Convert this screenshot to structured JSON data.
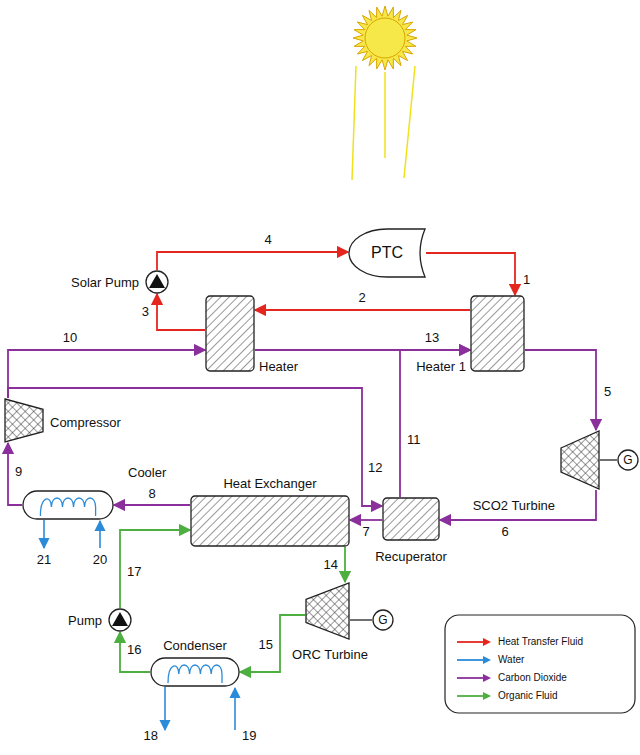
{
  "diagram": {
    "nodes": [
      {
        "text": [
          "PTC"
        ]
      },
      {
        "text": [
          "Solar Pump"
        ]
      },
      {
        "text": [
          "Heater"
        ]
      },
      {
        "text": [
          "Heater 1"
        ]
      },
      {
        "text": [
          "Compressor"
        ]
      },
      {
        "text": [
          "SCO2 Turbine"
        ]
      },
      {
        "text": [
          "G"
        ]
      },
      {
        "text": [
          "Cooler"
        ]
      },
      {
        "text": [
          "Heat Exchanger"
        ]
      },
      {
        "text": [
          "Recuperator"
        ]
      },
      {
        "text": [
          "Pump"
        ]
      },
      {
        "text": [
          "Condenser"
        ]
      },
      {
        "text": [
          "ORC Turbine"
        ]
      },
      {
        "text": [
          "G"
        ]
      }
    ],
    "edges": [
      {
        "from": 1,
        "to": 0,
        "label": "4",
        "arrow": "to"
      },
      {
        "from": 0,
        "to": 3,
        "label": "1",
        "arrow": "to"
      },
      {
        "from": 3,
        "to": 2,
        "label": "2",
        "arrow": "to"
      },
      {
        "from": 2,
        "to": 1,
        "label": "3",
        "arrow": "to"
      },
      {
        "from": 3,
        "to": 5,
        "label": "5",
        "arrow": "to"
      },
      {
        "from": 5,
        "to": 9,
        "label": "6",
        "arrow": "to"
      },
      {
        "from": 9,
        "to": 8,
        "label": "7",
        "arrow": "to"
      },
      {
        "from": 8,
        "to": 7,
        "label": "8",
        "arrow": "to"
      },
      {
        "from": 7,
        "to": 4,
        "label": "9",
        "arrow": "to"
      },
      {
        "from": 4,
        "to": 2,
        "label": "10",
        "arrow": "to"
      },
      {
        "from": 9,
        "to": 3,
        "label": "11",
        "arrow": "to"
      },
      {
        "from": 4,
        "to": 9,
        "label": "12",
        "arrow": "to"
      },
      {
        "from": 2,
        "to": 3,
        "label": "13",
        "arrow": "to"
      },
      {
        "from": 8,
        "to": 12,
        "label": "14",
        "arrow": "to"
      },
      {
        "from": 12,
        "to": 11,
        "label": "15",
        "arrow": "to"
      },
      {
        "from": 11,
        "to": 10,
        "label": "16",
        "arrow": "to"
      },
      {
        "from": 10,
        "to": 8,
        "label": "17",
        "arrow": "to"
      },
      {
        "from": 5,
        "to": 6,
        "arrow": "none"
      },
      {
        "from": 12,
        "to": 13,
        "arrow": "none"
      }
    ],
    "labels": [
      "18",
      "19",
      "20",
      "21"
    ],
    "legend": [
      {
        "text": "Heat Transfer Fluid",
        "color": "#e5261f"
      },
      {
        "text": "Water",
        "color": "#2b8bd8"
      },
      {
        "text": "Carbon Dioxide",
        "color": "#8b2f9c"
      },
      {
        "text": "Organic Fluid",
        "color": "#4caf3f"
      }
    ]
  }
}
